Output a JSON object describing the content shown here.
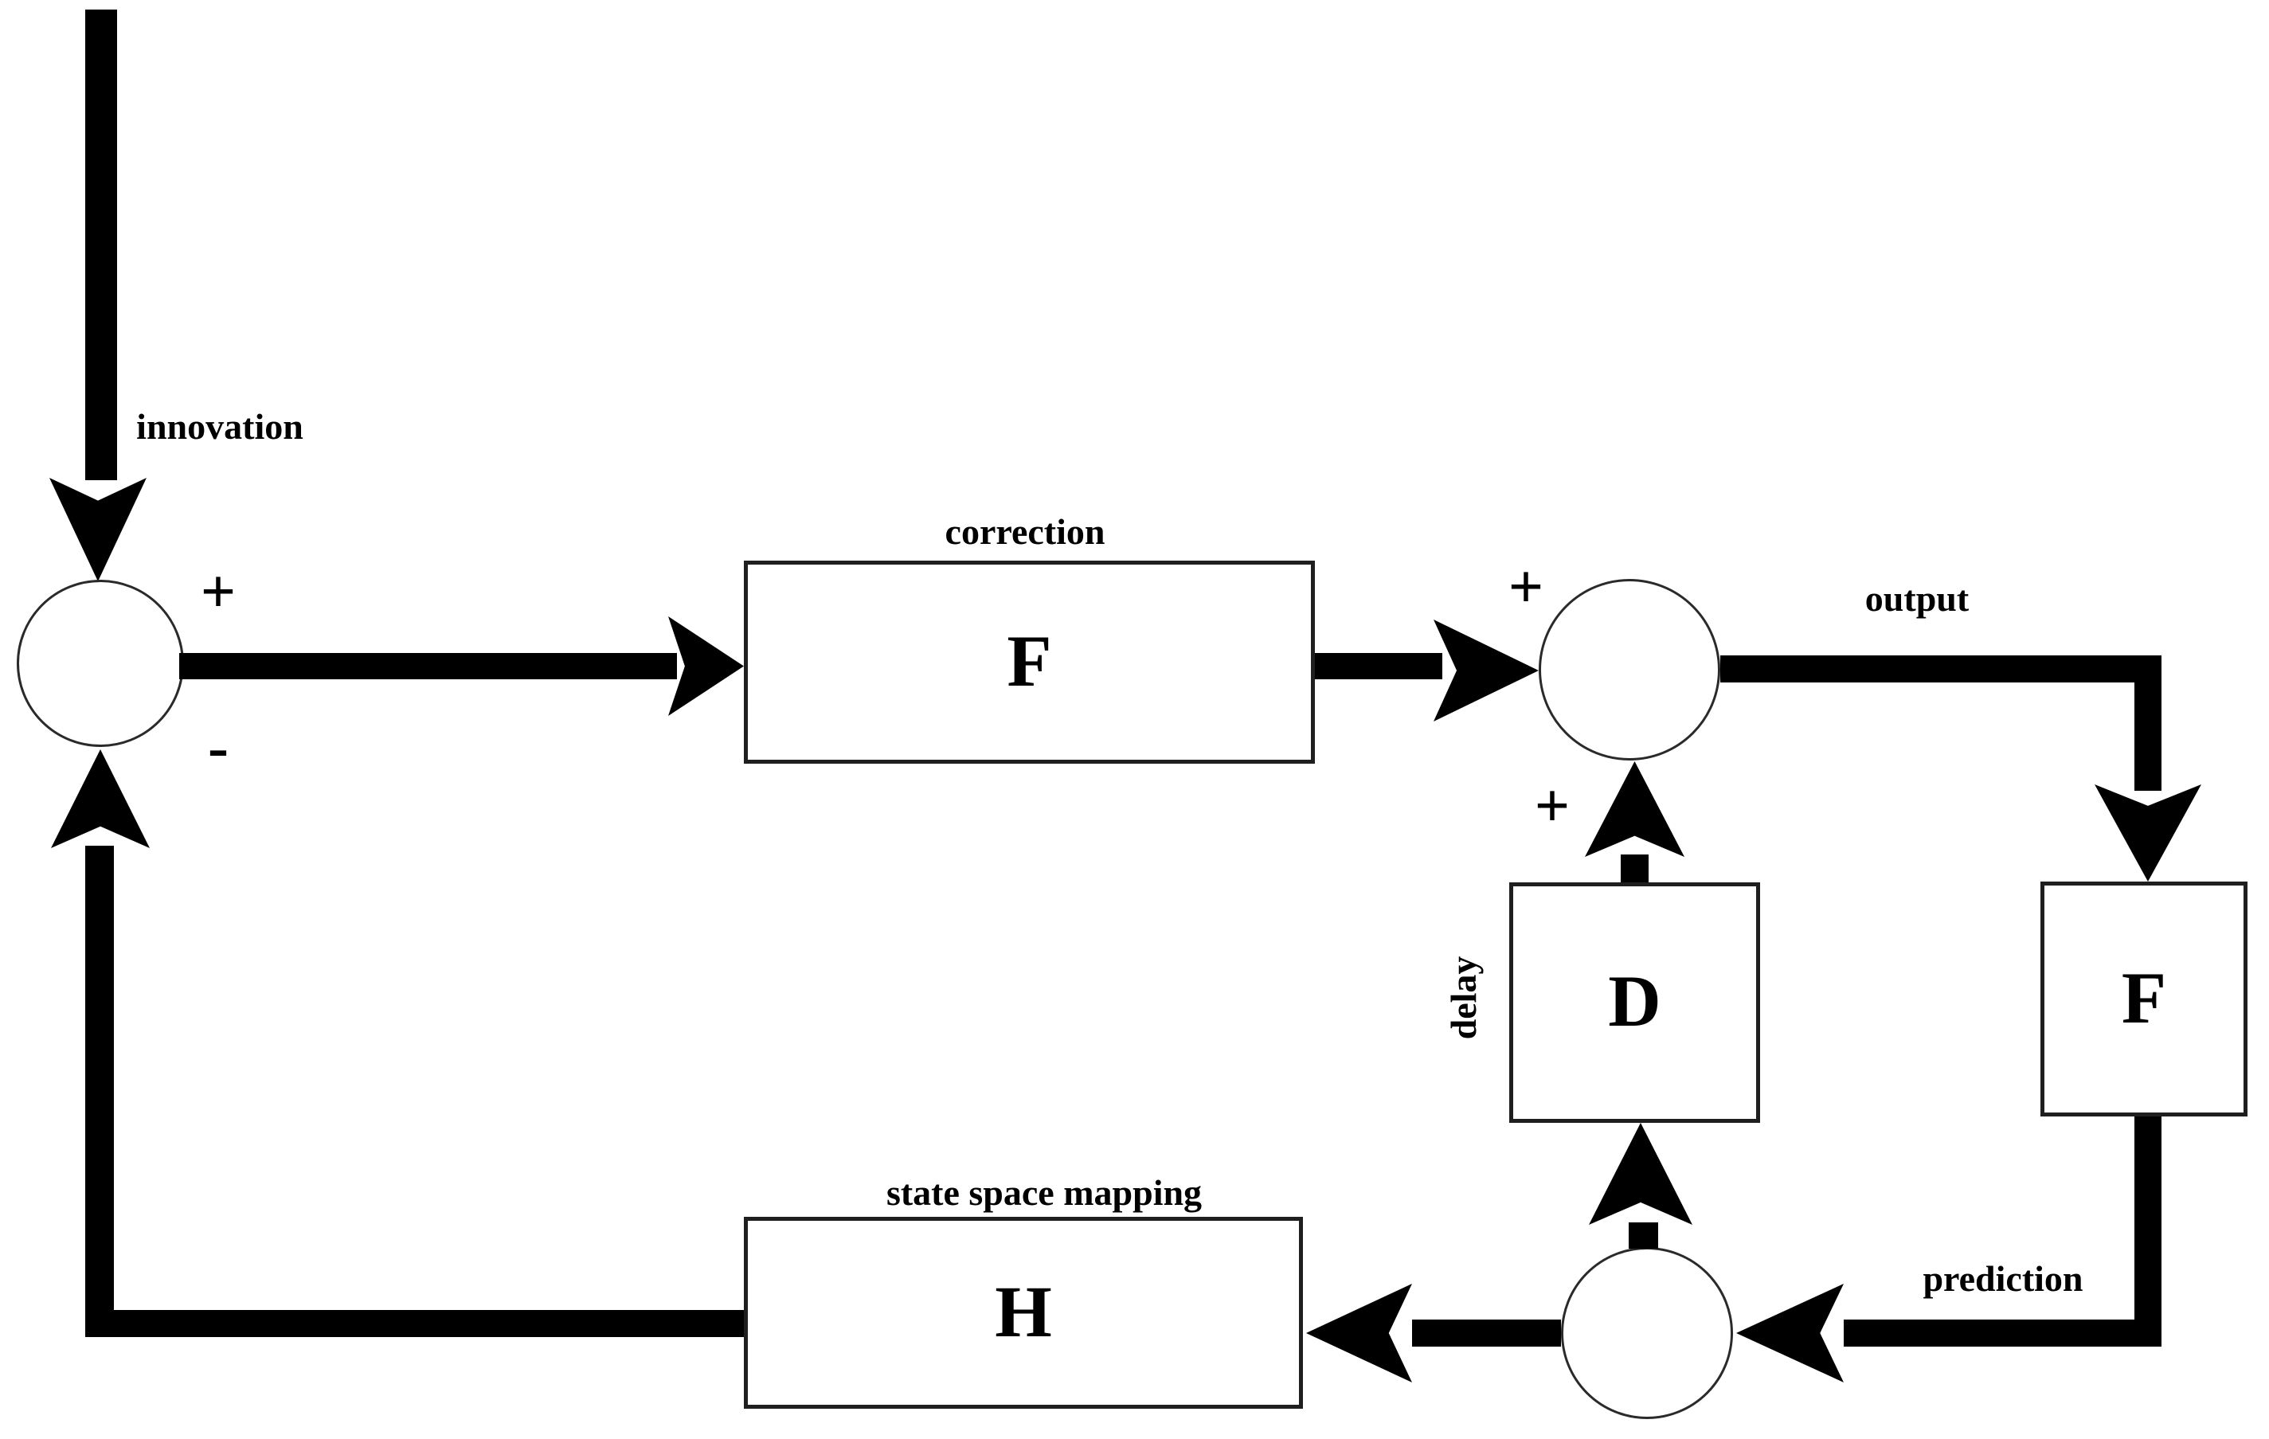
{
  "diagram": {
    "title": "feedback-loop-block-diagram",
    "colors": {
      "ink": "#000000",
      "background": "#ffffff"
    },
    "labels": {
      "innovation": "innovation",
      "correction": "correction",
      "output": "output",
      "delay": "delay",
      "state_space_mapping": "state space mapping",
      "prediction": "prediction"
    },
    "signs": {
      "sum1_plus": "+",
      "sum1_minus": "-",
      "sum2_plus_upper": "+",
      "sum2_plus_lower": "+"
    },
    "blocks": {
      "f_top": {
        "letter": "F"
      },
      "d": {
        "letter": "D"
      },
      "f_right": {
        "letter": "F"
      },
      "h": {
        "letter": "H"
      }
    }
  }
}
